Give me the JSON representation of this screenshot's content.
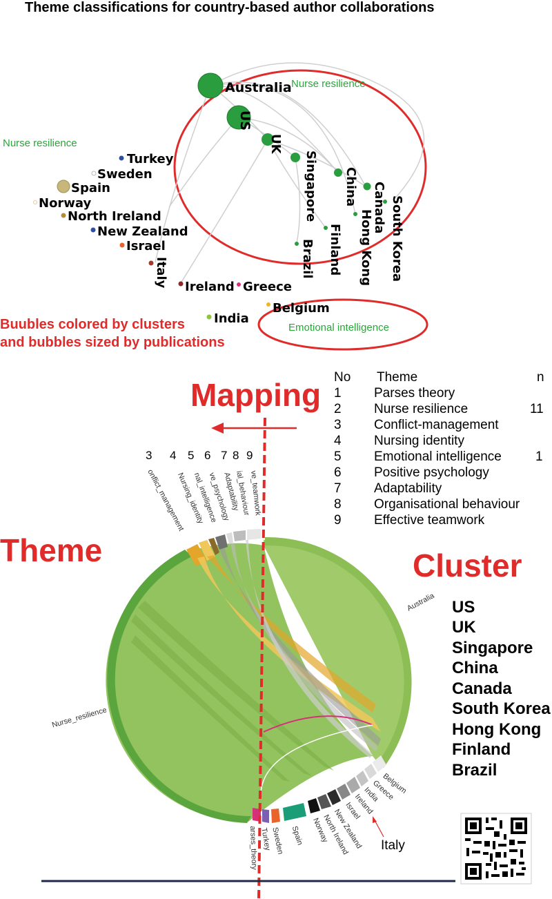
{
  "title": "Theme classifications for country-based author collaborations",
  "network": {
    "countries": [
      {
        "name": "Australia",
        "color": "#2a9d3f",
        "size": 36
      },
      {
        "name": "US",
        "color": "#2a9d3f",
        "size": 34
      },
      {
        "name": "UK",
        "color": "#2a9d3f",
        "size": 18
      },
      {
        "name": "Singapore",
        "color": "#2a9d3f",
        "size": 14
      },
      {
        "name": "China",
        "color": "#2a9d3f",
        "size": 12
      },
      {
        "name": "Canada",
        "color": "#2a9d3f",
        "size": 11
      },
      {
        "name": "South Korea",
        "color": "#2a9d3f",
        "size": 6
      },
      {
        "name": "Hong Kong",
        "color": "#2a9d3f",
        "size": 6
      },
      {
        "name": "Finland",
        "color": "#2a9d3f",
        "size": 6
      },
      {
        "name": "Brazil",
        "color": "#2a9d3f",
        "size": 6
      },
      {
        "name": "Turkey",
        "color": "#2f4fa0",
        "size": 7
      },
      {
        "name": "Sweden",
        "color": "#d9d9d9",
        "size": 6
      },
      {
        "name": "Spain",
        "color": "#c7b77a",
        "size": 18
      },
      {
        "name": "Norway",
        "color": "#e9c7a0",
        "size": 5
      },
      {
        "name": "North Ireland",
        "color": "#b58b3c",
        "size": 7
      },
      {
        "name": "New Zealand",
        "color": "#2f4fa0",
        "size": 7
      },
      {
        "name": "Israel",
        "color": "#e8642a",
        "size": 7
      },
      {
        "name": "Italy",
        "color": "#a03a2a",
        "size": 7
      },
      {
        "name": "Ireland",
        "color": "#8b2a2a",
        "size": 7
      },
      {
        "name": "Greece",
        "color": "#d6307a",
        "size": 6
      },
      {
        "name": "India",
        "color": "#8cc63f",
        "size": 7
      },
      {
        "name": "Belgium",
        "color": "#f0b429",
        "size": 6
      }
    ],
    "cluster_label_right": "Nurse resilience",
    "cluster_label_left": "Nurse resilience",
    "emotional_label": "Emotional intelligence",
    "note_line1": "Buubles colored by clusters",
    "note_line2": "and bubbles sized by publications"
  },
  "mapping_label": "Mapping",
  "theme_label": "Theme",
  "cluster_label": "Cluster",
  "table": {
    "headers": [
      "No",
      "Theme",
      "n"
    ],
    "rows": [
      {
        "no": "1",
        "theme": "Parses theory",
        "n": ""
      },
      {
        "no": "2",
        "theme": "Nurse resilience",
        "n": "11"
      },
      {
        "no": "3",
        "theme": "Conflict-management",
        "n": ""
      },
      {
        "no": "4",
        "theme": "Nursing identity",
        "n": ""
      },
      {
        "no": "5",
        "theme": "Emotional intelligence",
        "n": "1"
      },
      {
        "no": "6",
        "theme": "Positive psychology",
        "n": ""
      },
      {
        "no": "7",
        "theme": "Adaptability",
        "n": ""
      },
      {
        "no": "8",
        "theme": "Organisational behaviour",
        "n": ""
      },
      {
        "no": "9",
        "theme": "Effective teamwork",
        "n": ""
      }
    ]
  },
  "chord": {
    "theme_numbers": [
      "3",
      "4",
      "5",
      "6",
      "7",
      "8",
      "9"
    ],
    "theme_arcs": [
      {
        "label": "onflict_management",
        "color": "#e3a52a"
      },
      {
        "label": "Nursing_identity",
        "color": "#f0c75a"
      },
      {
        "label": "nal_intelligence",
        "color": "#8a6a2a"
      },
      {
        "label": "ve_psychology",
        "color": "#b0a08a"
      },
      {
        "label": "Adaptability",
        "color": "#707070"
      },
      {
        "label": "ial_behaviour",
        "color": "#dcdcdc"
      },
      {
        "label": "ve_teamwork",
        "color": "#bdbdbd"
      }
    ],
    "nurse_label": "Nurse_resilience",
    "australia_label": "Australia",
    "bottom_labels": [
      "arses_theory",
      "Turkey",
      "Sweden",
      "Spain",
      "Norway",
      "North Ireland",
      "New Zealand",
      "Israel",
      "Ireland",
      "India",
      "Greece",
      "Belgium"
    ],
    "italy_label": "Italy"
  },
  "clusters_list": [
    "US",
    "UK",
    "Singapore",
    "China",
    "Canada",
    "South Korea",
    "Hong Kong",
    "Finland",
    "Brazil"
  ]
}
